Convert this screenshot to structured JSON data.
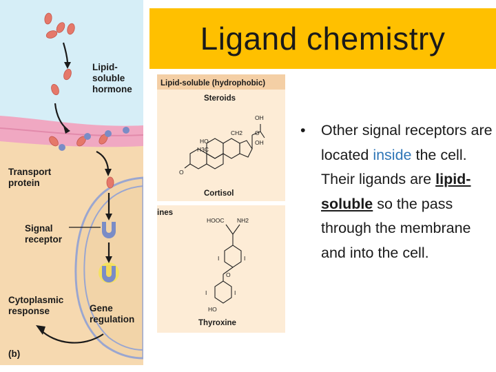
{
  "slide": {
    "title": "Ligand chemistry",
    "bullet": {
      "marker": "•",
      "part1": "Other signal receptors are located ",
      "highlight": "inside",
      "part2": " the cell. Their ligands are ",
      "emphasis": "lipid-soluble",
      "part3": " so the pass through the membrane and into the cell."
    }
  },
  "figure_left": {
    "labels": {
      "hormone_1": "Lipid-",
      "hormone_2": "soluble",
      "hormone_3": "hormone",
      "transport_1": "Transport",
      "transport_2": "protein",
      "signal_1": "Signal",
      "signal_2": "receptor",
      "cyto_1": "Cytoplasmic",
      "cyto_2": "response",
      "gene_1": "Gene",
      "gene_2": "regulation",
      "panel": "(b)"
    },
    "colors": {
      "extracellular": "#d6eef7",
      "membrane": "#f0a8c2",
      "cytoplasm": "#f6d9b0",
      "nucleus": "#f2d4a8",
      "hormone": "#e5786a",
      "receptor": "#7a8cc6"
    }
  },
  "figure_right": {
    "header": "Lipid-soluble (hydrophobic)",
    "steroids_label": "Steroids",
    "cortisol_label": "Cortisol",
    "thyroxine_label": "Thyroxine",
    "partial_label": "ines",
    "atoms": {
      "oh_top": "OH",
      "ch2": "CH2",
      "o_carbonyl": "O",
      "oh_side": "OH",
      "ho_left": "HO",
      "h3c": "H3C",
      "o_ring": "O",
      "hooc": "HOOC",
      "nh2": "NH2",
      "i1": "I",
      "i2": "I",
      "o_bridge": "O",
      "i3": "I",
      "i4": "I",
      "ho_bottom": "HO"
    }
  }
}
